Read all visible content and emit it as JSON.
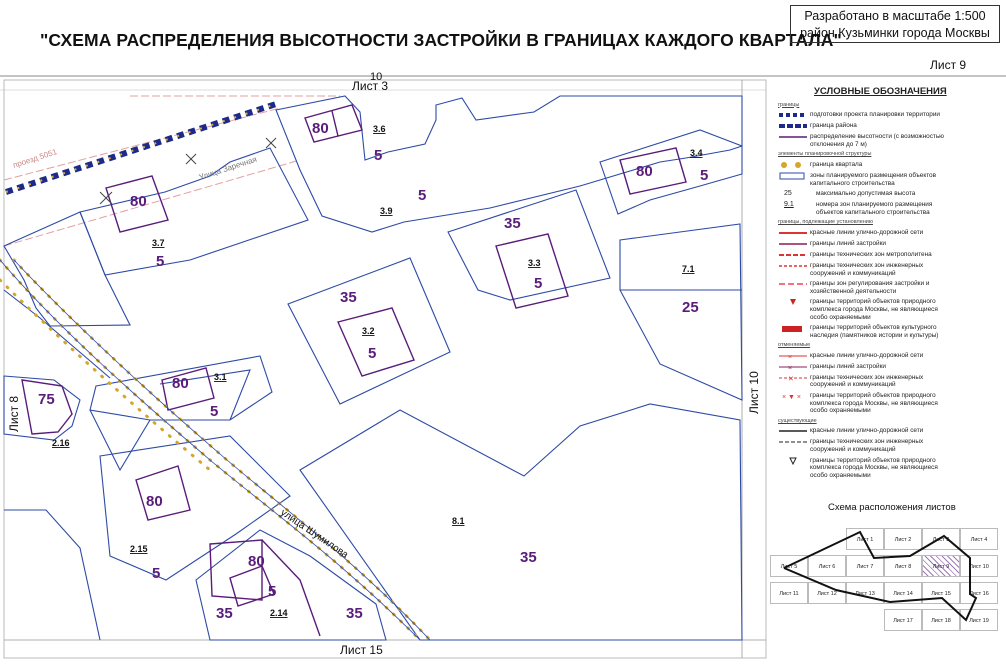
{
  "title": "\"СХЕМА РАСПРЕДЕЛЕНИЯ ВЫСОТНОСТИ ЗАСТРОЙКИ В ГРАНИЦАХ КАЖДОГО КВАРТАЛА\"",
  "scale_line1": "Разработано в масштабе 1:500",
  "scale_line2": "район Кузьминки города Москвы",
  "sheet_label": "Лист 9",
  "edge_labels": {
    "top": "Лист 3",
    "left": "Лист 8",
    "right": "Лист 10",
    "bottom": "Лист 15",
    "top_fragment": "10"
  },
  "street": "улица Шумилова",
  "road_fragment_1": "проезд 5051",
  "road_fragment_2": "Улица Заречная",
  "blocks": [
    {
      "id": "3.6",
      "height": "5",
      "sub": "80"
    },
    {
      "id": "3.7",
      "height": "5",
      "sub": "80"
    },
    {
      "id": "3.9",
      "height": "5"
    },
    {
      "id": "3.3",
      "height": "5",
      "sub": "35"
    },
    {
      "id": "3.4",
      "height": "5",
      "sub": "80"
    },
    {
      "id": "3.2",
      "height": "5",
      "sub": "35"
    },
    {
      "id": "3.1",
      "height": "5",
      "sub": "80"
    },
    {
      "id": "7.1",
      "height": "25"
    },
    {
      "id": "2.16",
      "sub": "75"
    },
    {
      "id": "2.15",
      "height": "5",
      "sub": "80"
    },
    {
      "id": "8.1",
      "height": "35"
    },
    {
      "id": "2.14",
      "height": "5",
      "sub": "80",
      "left": "35",
      "right": "35"
    }
  ],
  "legend": {
    "title": "УСЛОВНЫЕ ОБОЗНАЧЕНИЯ",
    "sec_boundaries": "границы",
    "items1": [
      "подготовки проекта планировки территории",
      "граница района",
      "распределение высотности (с возможностью отклонения до 7 м)"
    ],
    "sec_elements": "элементы планировочной структуры",
    "items2": [
      "граница квартала",
      "зоны планируемого размещения объектов капитального строительства",
      "максимально допустимая высота",
      "номера зон планируемого размещения объектов капитального строительства"
    ],
    "num_25": "25",
    "num_91": "9.1",
    "sec_planned": "границы, подлежащие установлению",
    "items3": [
      "красные линии улично-дорожной сети",
      "границы линий застройки",
      "границы технических зон метрополитена",
      "границы технических зон инженерных сооружений и коммуникаций",
      "границы зон регулирования застройки и хозяйственной деятельности",
      "границы территорий объектов природного комплекса города Москвы, не являющиеся особо охраняемыми",
      "границы территорий объектов культурного наследия (памятников истории и культуры)"
    ],
    "sec_cancel": "отменяемые",
    "items4": [
      "красные линии улично-дорожной сети",
      "границы линий застройки",
      "границы технических зон инженерных сооружений и коммуникаций",
      "границы территорий объектов природного комплекса города Москвы, не являющиеся особо охраняемыми"
    ],
    "sec_existing": "существующие",
    "items5": [
      "красные линии улично-дорожной сети",
      "границы технических зон инженерных сооружений и коммуникаций",
      "границы территорий объектов природного комплекса города Москвы, не являющиеся особо охраняемыми"
    ]
  },
  "scheme_title": "Схема расположения листов",
  "grid_cells": [
    {
      "label": "Лист 1",
      "col": 2,
      "row": 0
    },
    {
      "label": "Лист 2",
      "col": 3,
      "row": 0
    },
    {
      "label": "Лист 3",
      "col": 4,
      "row": 0
    },
    {
      "label": "Лист 4",
      "col": 5,
      "row": 0
    },
    {
      "label": "Лист 5",
      "col": 0,
      "row": 1
    },
    {
      "label": "Лист 6",
      "col": 1,
      "row": 1
    },
    {
      "label": "Лист 7",
      "col": 2,
      "row": 1
    },
    {
      "label": "Лист 8",
      "col": 3,
      "row": 1
    },
    {
      "label": "Лист 9",
      "col": 4,
      "row": 1
    },
    {
      "label": "Лист 10",
      "col": 5,
      "row": 1
    },
    {
      "label": "Лист 11",
      "col": 0,
      "row": 2
    },
    {
      "label": "Лист 12",
      "col": 1,
      "row": 2
    },
    {
      "label": "Лист 13",
      "col": 2,
      "row": 2
    },
    {
      "label": "Лист 14",
      "col": 3,
      "row": 2
    },
    {
      "label": "Лист 15",
      "col": 4,
      "row": 2
    },
    {
      "label": "Лист 16",
      "col": 5,
      "row": 2
    },
    {
      "label": "Лист 17",
      "col": 3,
      "row": 3
    },
    {
      "label": "Лист 18",
      "col": 4,
      "row": 3
    },
    {
      "label": "Лист 19",
      "col": 5,
      "row": 3
    }
  ]
}
